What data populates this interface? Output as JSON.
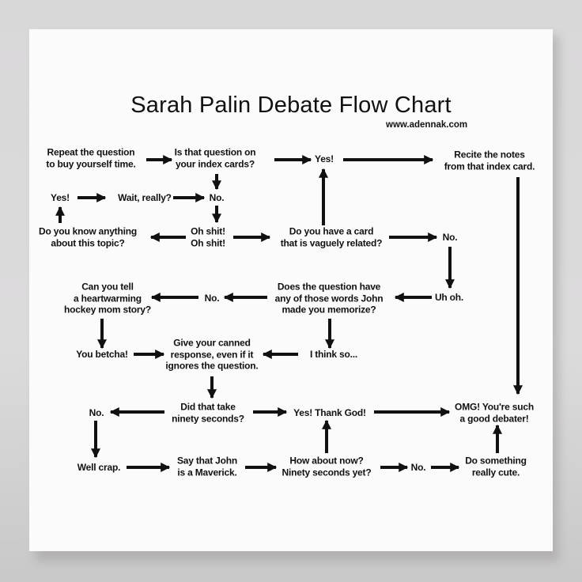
{
  "title": "Sarah Palin Debate Flow Chart",
  "url": "www.adennak.com",
  "nodes": {
    "repeat": "Repeat the question\nto buy yourself time.",
    "index_cards": "Is that question on\nyour index cards?",
    "yes_top": "Yes!",
    "recite": "Recite the notes\nfrom that index card.",
    "yes_left": "Yes!",
    "wait_really": "Wait, really?",
    "no_top": "No.",
    "know_anything": "Do you know anything\nabout this topic?",
    "oh_shit": "Oh shit!\nOh shit!",
    "card_related": "Do you have a card\nthat is vaguely related?",
    "no_right": "No.",
    "heartwarming": "Can you tell\na heartwarming\nhockey mom story?",
    "no_mid": "No.",
    "words_john": "Does the question have\nany of those words John\nmade you memorize?",
    "uh_oh": "Uh oh.",
    "you_betcha": "You betcha!",
    "canned": "Give your canned\nresponse, even if it\nignores the question.",
    "i_think_so": "I think so...",
    "ninety_seconds": "Did that take\nninety seconds?",
    "no_bottom_left": "No.",
    "yes_thank_god": "Yes! Thank God!",
    "omg": "OMG! You're such\na good debater!",
    "well_crap": "Well crap.",
    "maverick": "Say that John\nis a Maverick.",
    "how_about_now": "How about now?\nNinety seconds yet?",
    "no_bottom": "No.",
    "cute": "Do something\nreally cute."
  },
  "colors": {
    "ink": "#111111",
    "poster": "#fbfbfb",
    "wall": "#d9d8d9"
  }
}
